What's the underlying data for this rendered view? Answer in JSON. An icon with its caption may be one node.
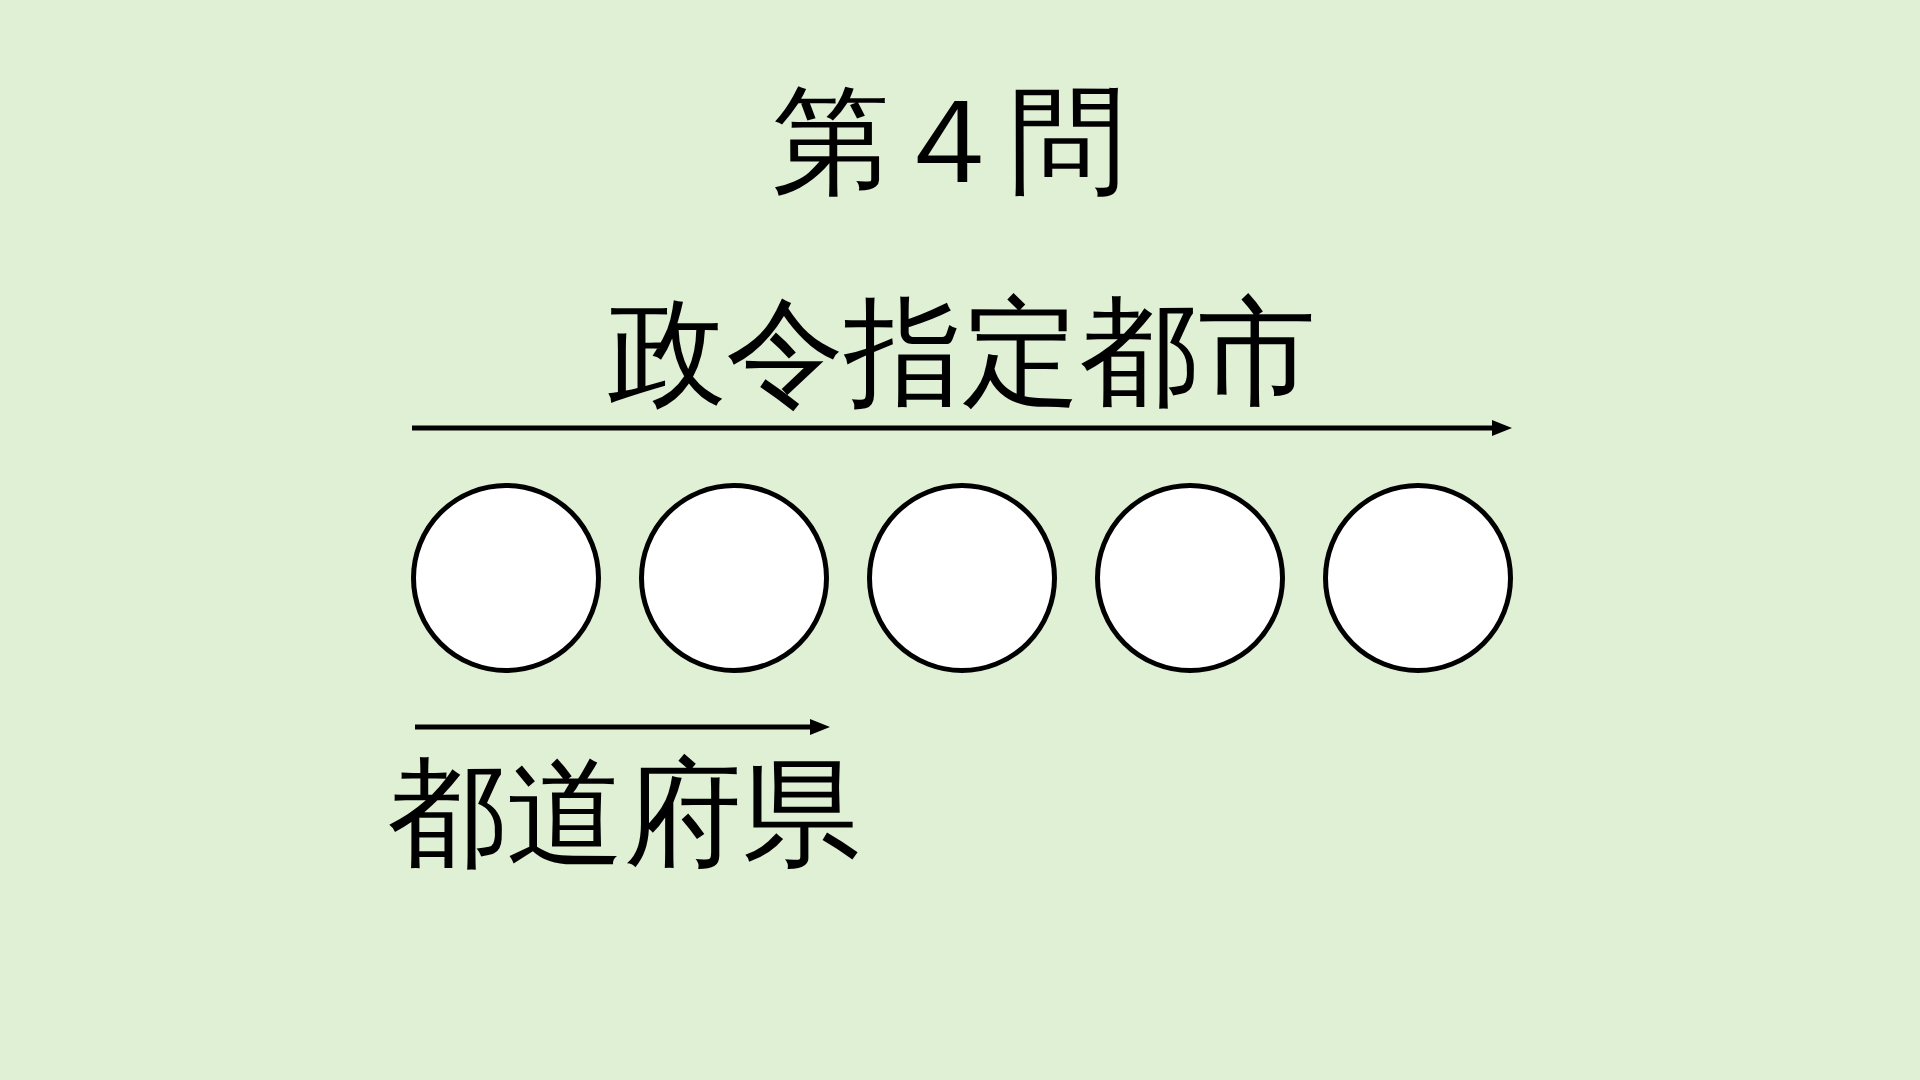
{
  "diagram": {
    "title": "第４問",
    "nodes": [
      {
        "text": [],
        "shape": "circle"
      },
      {
        "text": [],
        "shape": "circle"
      },
      {
        "text": [],
        "shape": "circle"
      },
      {
        "text": [],
        "shape": "circle"
      },
      {
        "text": [],
        "shape": "circle"
      }
    ],
    "labels": [
      "政令指定都市",
      "都道府県"
    ]
  }
}
